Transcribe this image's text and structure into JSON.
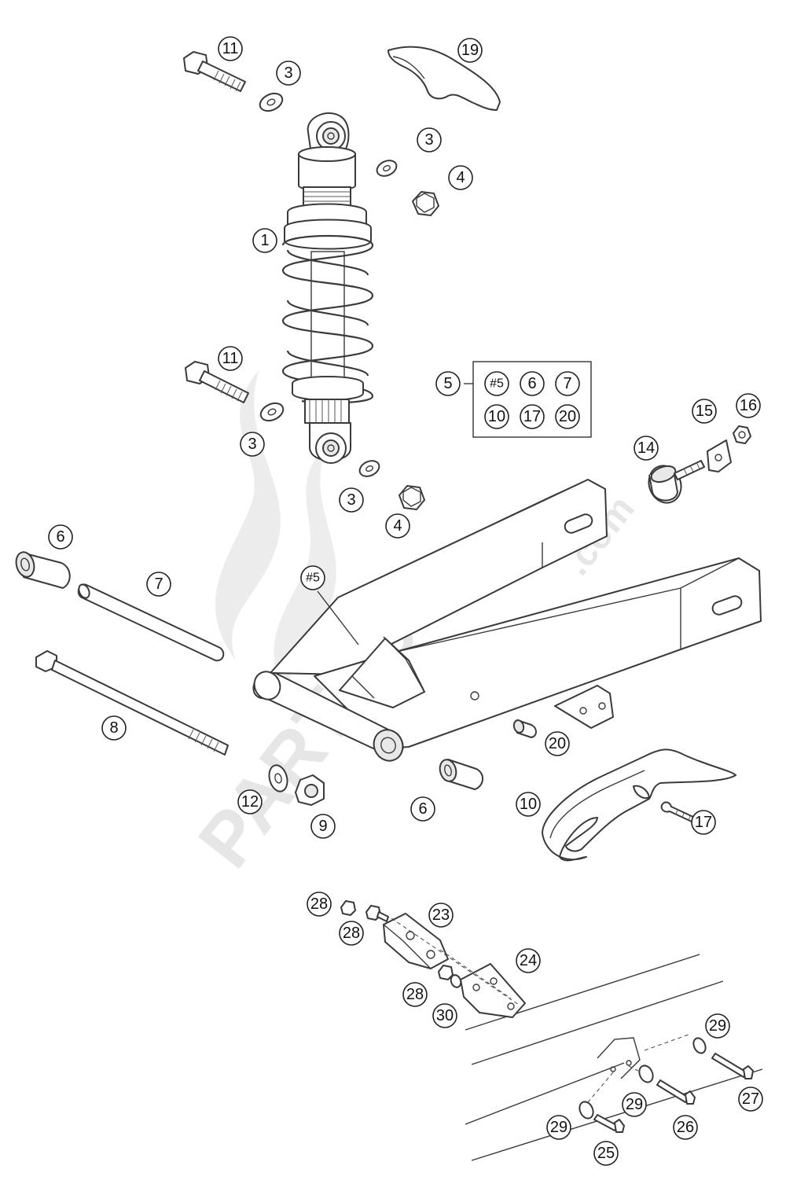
{
  "diagram": {
    "type": "exploded-parts-diagram",
    "watermark": {
      "text": "PARTSSS",
      "suffix": ".com",
      "logo": "stylized-s-logo"
    },
    "labels": {
      "l1": "1",
      "l3a": "3",
      "l3b": "3",
      "l3c": "3",
      "l3d": "3",
      "l4a": "4",
      "l4b": "4",
      "l5": "5",
      "l5ref": "#5",
      "l5swing": "#5",
      "l6a": "6",
      "l6b": "6",
      "l6kit": "6",
      "l7": "7",
      "l7kit": "7",
      "l8": "8",
      "l9": "9",
      "l10": "10",
      "l10kit": "10",
      "l11a": "11",
      "l11b": "11",
      "l12": "12",
      "l14": "14",
      "l15": "15",
      "l16": "16",
      "l17": "17",
      "l17kit": "17",
      "l19": "19",
      "l20": "20",
      "l20kit": "20",
      "l23": "23",
      "l24": "24",
      "l25": "25",
      "l26": "26",
      "l27": "27",
      "l28a": "28",
      "l28b": "28",
      "l28c": "28",
      "l29a": "29",
      "l29b": "29",
      "l29c": "29",
      "l30": "30"
    }
  }
}
